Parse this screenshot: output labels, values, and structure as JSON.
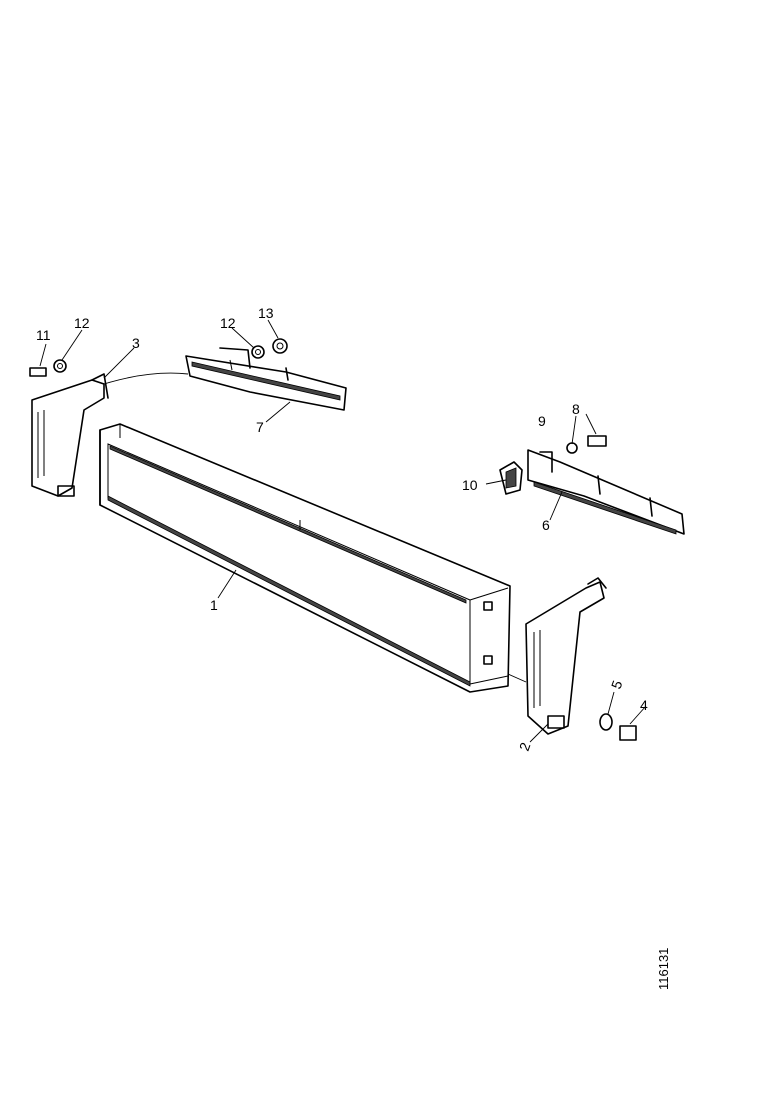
{
  "callouts": {
    "c1": "1",
    "c2": "2",
    "c3": "3",
    "c4": "4",
    "c5": "5",
    "c6": "6",
    "c7": "7",
    "c8": "8",
    "c9": "9",
    "c10": "10",
    "c11": "11",
    "c12a": "12",
    "c12b": "12",
    "c13": "13"
  },
  "figure_ref": "116131"
}
